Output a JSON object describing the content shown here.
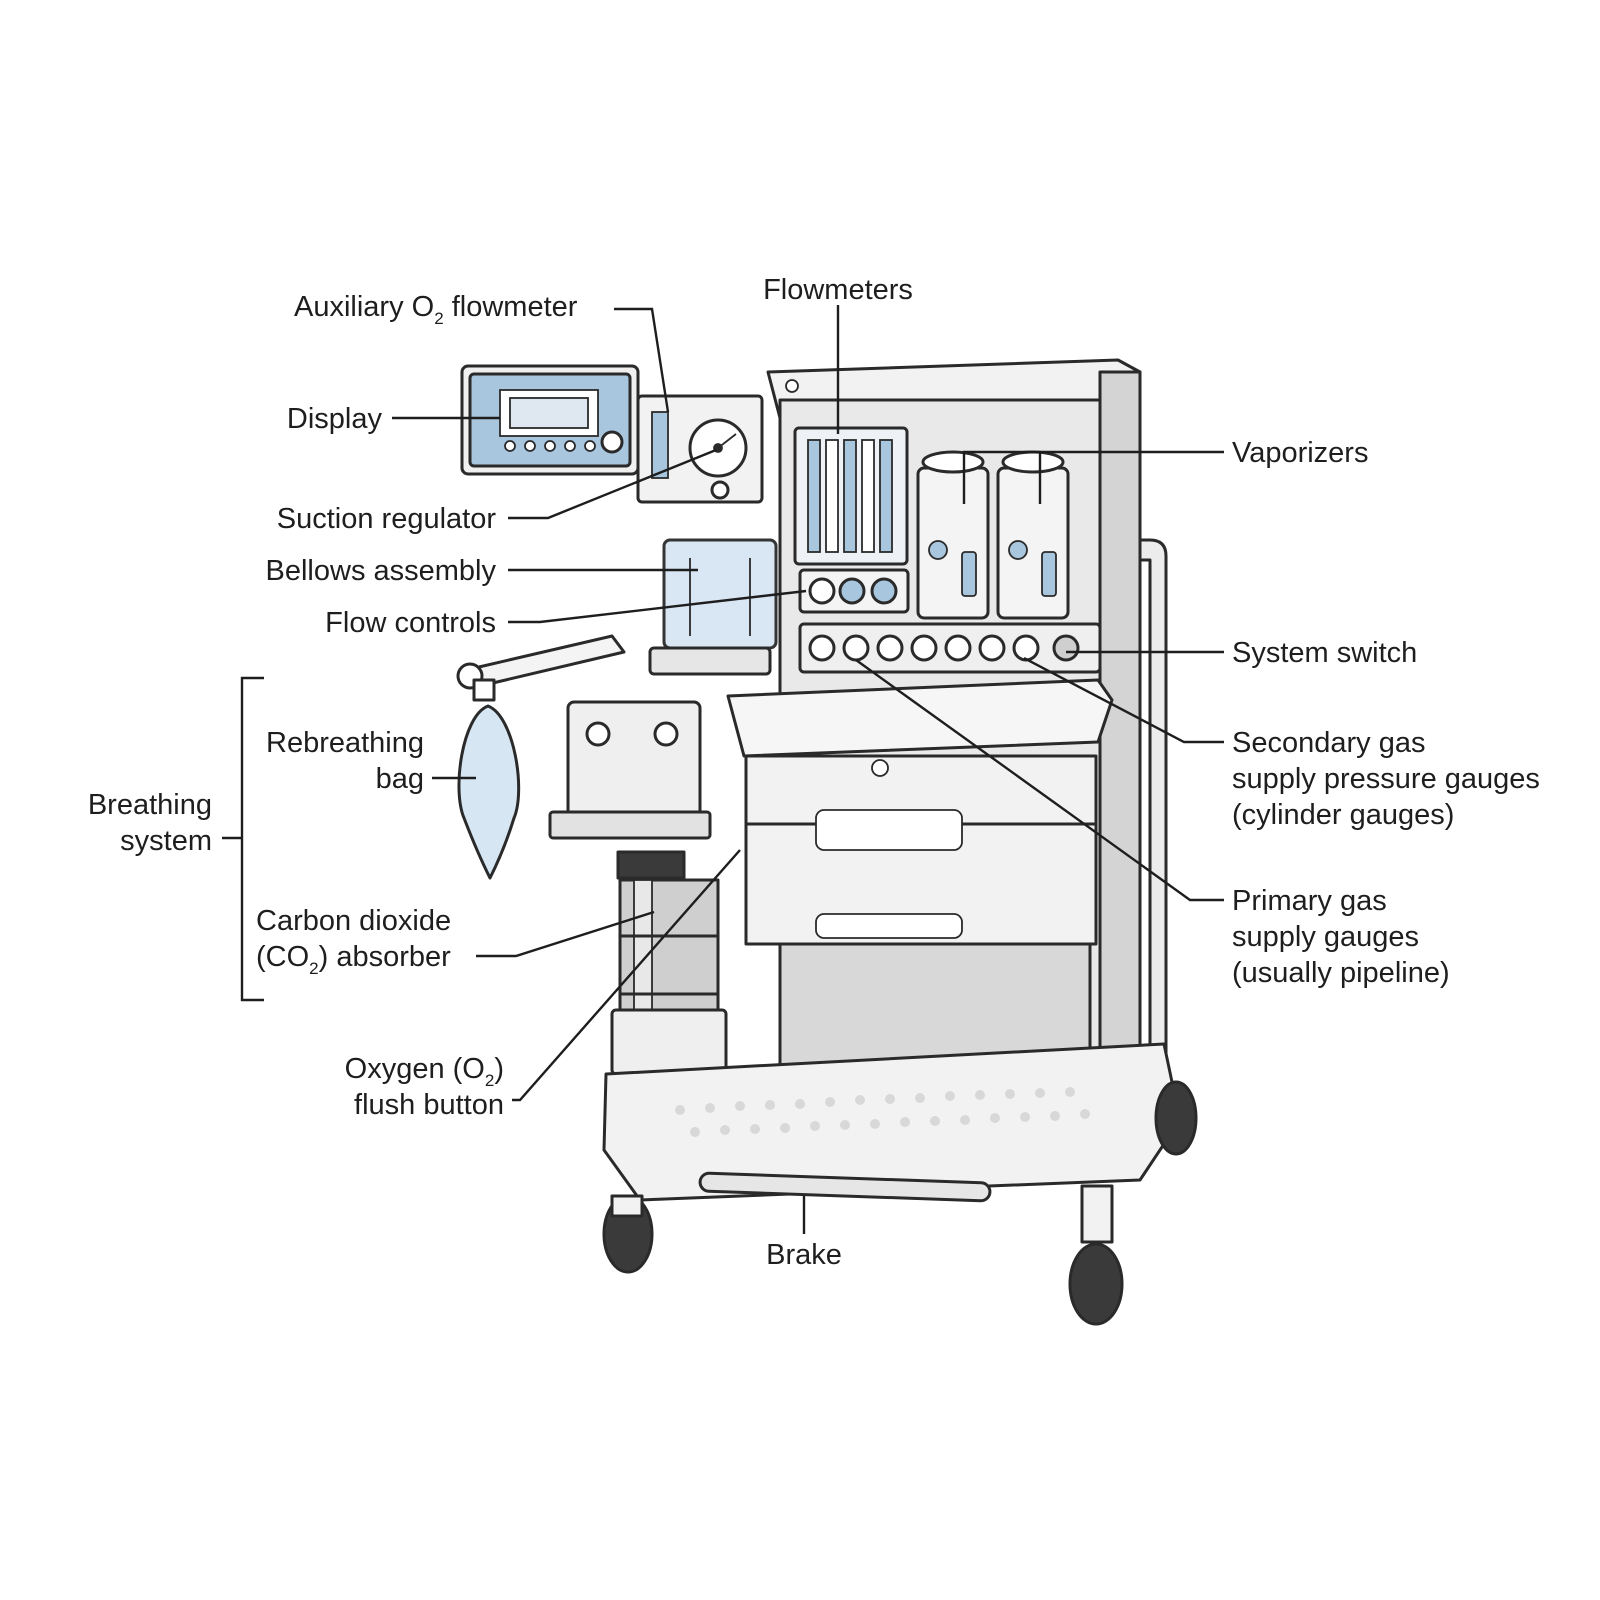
{
  "labels": {
    "auxiliary_o2_flowmeter": {
      "pre": "Auxiliary O",
      "sub": "2",
      "post": " flowmeter"
    },
    "flowmeters": "Flowmeters",
    "display": "Display",
    "vaporizers": "Vaporizers",
    "suction_regulator": "Suction regulator",
    "bellows_assembly": "Bellows assembly",
    "flow_controls": "Flow controls",
    "system_switch": "System switch",
    "rebreathing_bag": [
      "Rebreathing",
      "bag"
    ],
    "breathing_system": [
      "Breathing",
      "system"
    ],
    "secondary_gas": [
      "Secondary gas",
      "supply pressure gauges",
      "(cylinder gauges)"
    ],
    "carbon_dioxide_absorber": {
      "line1": "Carbon dioxide",
      "pre": "(CO",
      "sub": "2",
      "post": ") absorber"
    },
    "primary_gas": [
      "Primary gas",
      "supply gauges",
      "(usually pipeline)"
    ],
    "oxygen_flush": {
      "pre": "Oxygen (O",
      "sub": "2",
      "post": ")",
      "line2": "flush button"
    },
    "brake": "Brake"
  },
  "colors": {
    "accent_blue": "#a9c6df",
    "light_blue": "#d6e6f3",
    "panel_gray": "#e4e4e4",
    "mid_gray": "#c9c9c9",
    "outline": "#2a2a2a"
  }
}
